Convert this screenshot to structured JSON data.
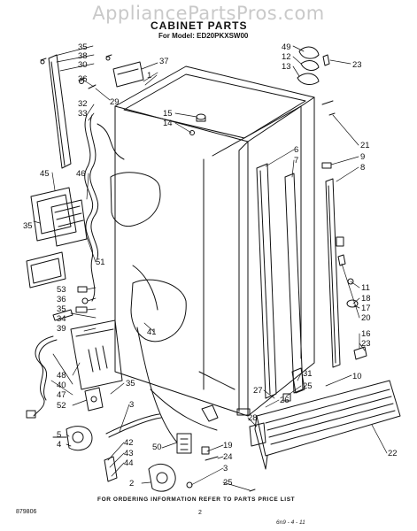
{
  "watermark": "AppliancePartsPros.com",
  "header": {
    "title": "CABINET PARTS",
    "model_line": "For Model: ED20PKXSW00"
  },
  "footer": {
    "ordering_note": "FOR ORDERING INFORMATION REFER TO PARTS PRICE LIST",
    "doc_number": "879806",
    "page_number": "2",
    "handwritten": "6n9 - 4 - 11"
  },
  "callouts": [
    "35",
    "38",
    "30",
    "37",
    "36",
    "32",
    "33",
    "29",
    "15",
    "14",
    "49",
    "12",
    "13",
    "23",
    "45",
    "46",
    "6",
    "7",
    "21",
    "9",
    "8",
    "35",
    "51",
    "53",
    "36",
    "35",
    "34",
    "39",
    "41",
    "11",
    "18",
    "17",
    "20",
    "16",
    "23",
    "48",
    "40",
    "47",
    "52",
    "35",
    "3",
    "10",
    "27",
    "31",
    "25",
    "26",
    "28",
    "50",
    "5",
    "4",
    "42",
    "43",
    "44",
    "2",
    "19",
    "24",
    "3",
    "25",
    "22",
    "1"
  ],
  "palette": {
    "ink": "#111111",
    "watermark": "#c9c9c9",
    "background": "#ffffff"
  }
}
